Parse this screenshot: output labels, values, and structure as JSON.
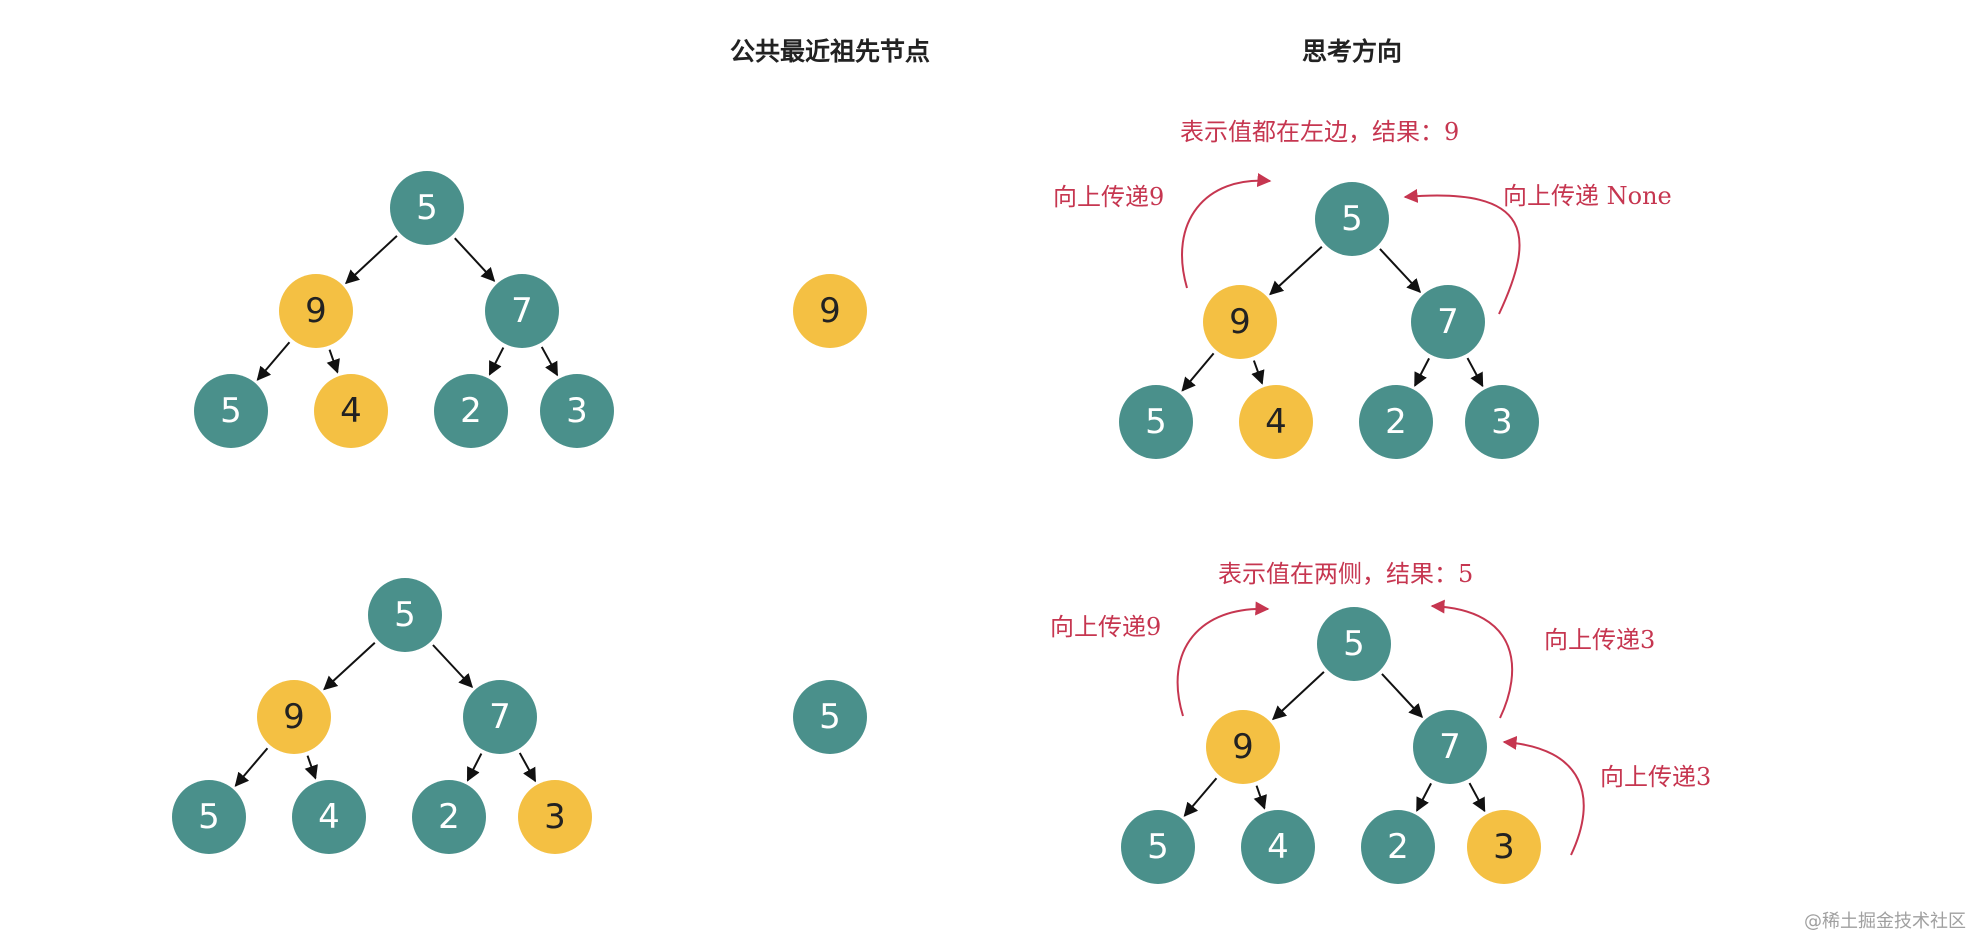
{
  "colors": {
    "teal": "#4a908b",
    "yellow": "#f4c043",
    "annotation": "#c63650",
    "edge": "#111111",
    "text_on_teal": "#ffffff",
    "text_on_yellow": "#222222"
  },
  "headers": {
    "left": "公共最近祖先节点",
    "right": "思考方向"
  },
  "examples": [
    {
      "tree_values": [
        "5",
        "9",
        "7",
        "5",
        "4",
        "2",
        "3"
      ],
      "highlighted": [
        false,
        true,
        false,
        false,
        true,
        false,
        false
      ],
      "answer": {
        "value": "9",
        "highlighted": true
      },
      "thinking": {
        "tree_values": [
          "5",
          "9",
          "7",
          "5",
          "4",
          "2",
          "3"
        ],
        "highlighted": [
          false,
          true,
          false,
          false,
          true,
          false,
          false
        ],
        "result": "表示值都在左边，结果：9",
        "left_pass": "向上传递9",
        "right_pass": "向上传递 None",
        "right_child_pass": ""
      }
    },
    {
      "tree_values": [
        "5",
        "9",
        "7",
        "5",
        "4",
        "2",
        "3"
      ],
      "highlighted": [
        false,
        true,
        false,
        false,
        false,
        false,
        true
      ],
      "answer": {
        "value": "5",
        "highlighted": false
      },
      "thinking": {
        "tree_values": [
          "5",
          "9",
          "7",
          "5",
          "4",
          "2",
          "3"
        ],
        "highlighted": [
          false,
          true,
          false,
          false,
          false,
          false,
          true
        ],
        "result": "表示值在两侧，结果：5",
        "left_pass": "向上传递9",
        "right_pass": "向上传递3",
        "right_child_pass": "向上传递3"
      }
    }
  ],
  "watermark": "@稀土掘金技术社区"
}
